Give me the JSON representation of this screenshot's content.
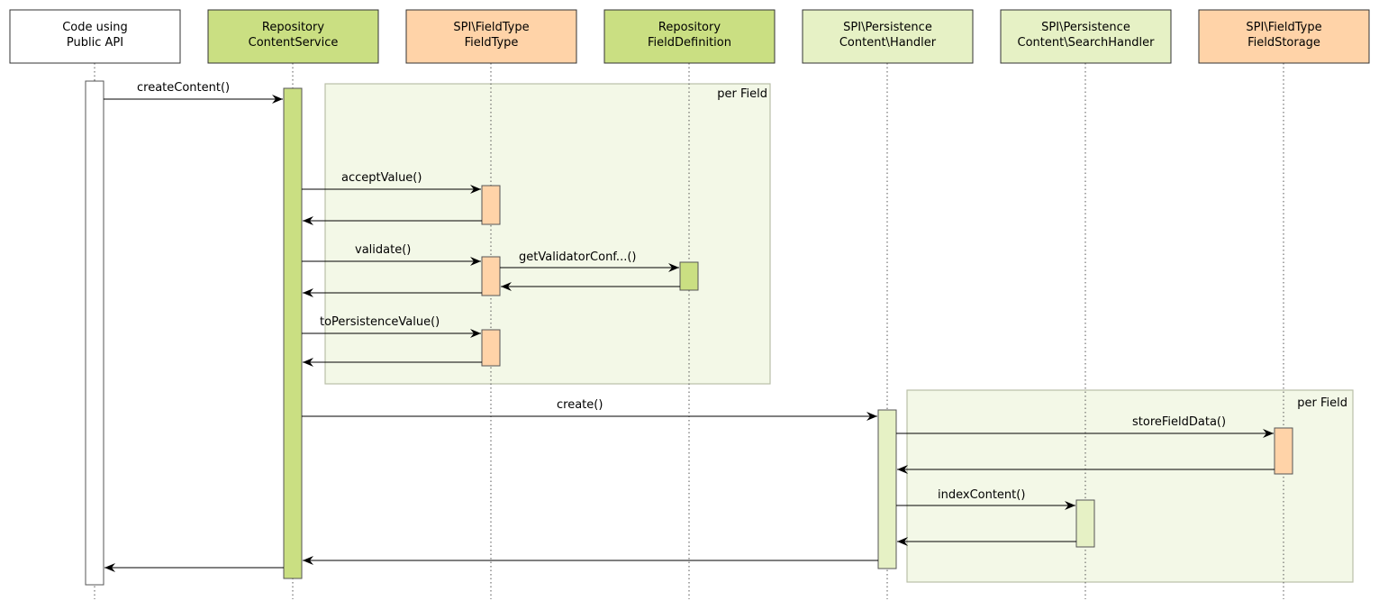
{
  "colors": {
    "api": "#cadf82",
    "spi_fieldtype": "#ffd3a8",
    "persistence": "#e6f1c5",
    "plain": "#ffffff",
    "frame_fill": "#f3f8e7",
    "frame_stroke": "#b9bfa8"
  },
  "participants": [
    {
      "id": "code",
      "lines": [
        "Code using",
        "Public API"
      ],
      "color": "plain"
    },
    {
      "id": "contentservice",
      "lines": [
        "Repository",
        "ContentService"
      ],
      "color": "api"
    },
    {
      "id": "fieldtype",
      "lines": [
        "SPI\\FieldType",
        "FieldType"
      ],
      "color": "spi_fieldtype"
    },
    {
      "id": "fielddefinition",
      "lines": [
        "Repository",
        "FieldDefinition"
      ],
      "color": "api"
    },
    {
      "id": "contenthandler",
      "lines": [
        "SPI\\Persistence",
        "Content\\Handler"
      ],
      "color": "persistence"
    },
    {
      "id": "searchhandler",
      "lines": [
        "SPI\\Persistence",
        "Content\\SearchHandler"
      ],
      "color": "persistence"
    },
    {
      "id": "fieldstorage",
      "lines": [
        "SPI\\FieldType",
        "FieldStorage"
      ],
      "color": "spi_fieldtype"
    }
  ],
  "frames": [
    {
      "id": "loop-fieldtype",
      "label": "per Field"
    },
    {
      "id": "loop-storage",
      "label": "per Field"
    }
  ],
  "messages": [
    {
      "id": "createContent",
      "label": "createContent()",
      "from": "code",
      "to": "contentservice"
    },
    {
      "id": "acceptValue",
      "label": "acceptValue()",
      "from": "contentservice",
      "to": "fieldtype"
    },
    {
      "id": "acceptValue-return",
      "label": "",
      "from": "fieldtype",
      "to": "contentservice"
    },
    {
      "id": "validate",
      "label": "validate()",
      "from": "contentservice",
      "to": "fieldtype"
    },
    {
      "id": "getValidatorConf",
      "label": "getValidatorConf...()",
      "from": "fieldtype",
      "to": "fielddefinition"
    },
    {
      "id": "getValidatorConf-return",
      "label": "",
      "from": "fielddefinition",
      "to": "fieldtype"
    },
    {
      "id": "validate-return",
      "label": "",
      "from": "fieldtype",
      "to": "contentservice"
    },
    {
      "id": "toPersistenceValue",
      "label": "toPersistenceValue()",
      "from": "contentservice",
      "to": "fieldtype"
    },
    {
      "id": "toPersistenceValue-return",
      "label": "",
      "from": "fieldtype",
      "to": "contentservice"
    },
    {
      "id": "create",
      "label": "create()",
      "from": "contentservice",
      "to": "contenthandler"
    },
    {
      "id": "storeFieldData",
      "label": "storeFieldData()",
      "from": "contenthandler",
      "to": "fieldstorage"
    },
    {
      "id": "storeFieldData-return",
      "label": "",
      "from": "fieldstorage",
      "to": "contenthandler"
    },
    {
      "id": "indexContent",
      "label": "indexContent()",
      "from": "contenthandler",
      "to": "searchhandler"
    },
    {
      "id": "indexContent-return",
      "label": "",
      "from": "searchhandler",
      "to": "contenthandler"
    },
    {
      "id": "create-return",
      "label": "",
      "from": "contenthandler",
      "to": "contentservice"
    },
    {
      "id": "createContent-return",
      "label": "",
      "from": "contentservice",
      "to": "code"
    }
  ]
}
